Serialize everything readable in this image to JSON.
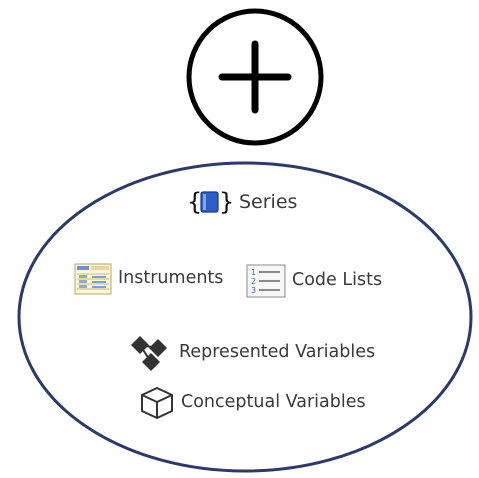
{
  "diagram": {
    "add_symbol_icon": "plus-in-circle",
    "colors": {
      "ellipse_stroke": "#2a3a6b",
      "plus_stroke": "#000000",
      "text": "#3a3a3a",
      "series_book": "#2f5fc4"
    },
    "items": {
      "series": {
        "label": "Series",
        "icon": "book-braces-icon"
      },
      "instruments": {
        "label": "Instruments",
        "icon": "form-table-icon"
      },
      "code_lists": {
        "label": "Code Lists",
        "icon": "numbered-list-icon"
      },
      "represented_variables": {
        "label": "Represented Variables",
        "icon": "linked-diamonds-icon"
      },
      "conceptual_variables": {
        "label": "Conceptual Variables",
        "icon": "cube-outline-icon"
      }
    }
  }
}
